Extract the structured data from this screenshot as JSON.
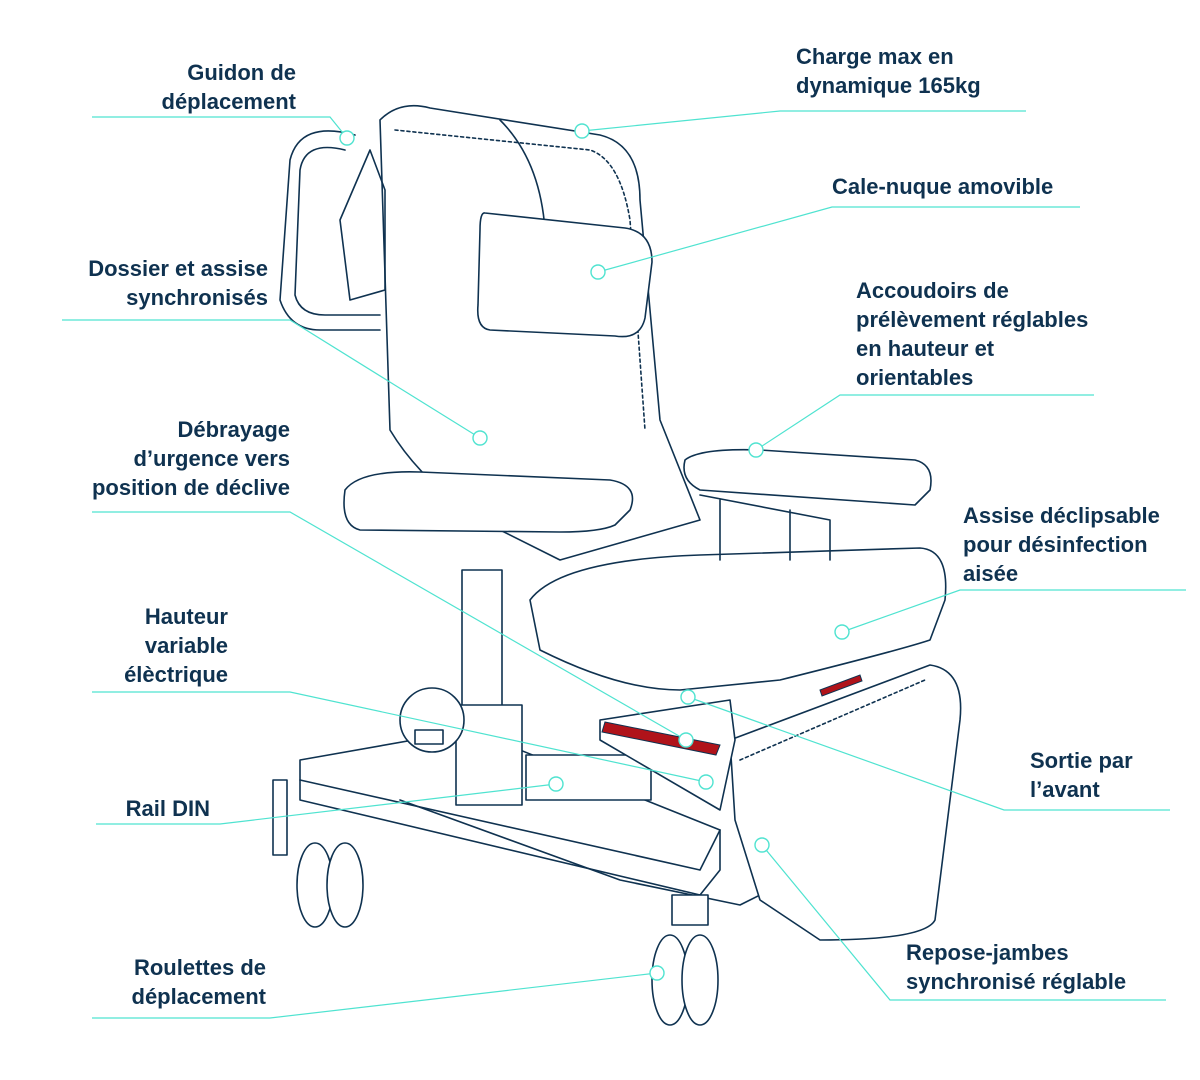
{
  "colors": {
    "text": "#0f3250",
    "leader": "#4fe3d0",
    "line_art": "#0f3250",
    "accent_red": "#b0131a"
  },
  "labels": {
    "guidon": [
      "Guidon de",
      "déplacement"
    ],
    "dossier": [
      "Dossier et assise",
      "synchronisés"
    ],
    "debrayage": [
      "Débrayage",
      "d’urgence vers",
      "position de déclive"
    ],
    "hauteur": [
      "Hauteur",
      "variable",
      "élèctrique"
    ],
    "rail": [
      "Rail DIN"
    ],
    "roulettes": [
      "Roulettes de",
      "déplacement"
    ],
    "charge": [
      "Charge max en",
      "dynamique 165kg"
    ],
    "cale": [
      "Cale-nuque amovible"
    ],
    "accoudoirs": [
      "Accoudoirs de",
      "prélèvement réglables",
      "en hauteur et",
      "orientables"
    ],
    "assise": [
      "Assise déclipsable",
      "pour désinfection",
      "aisée"
    ],
    "sortie": [
      "Sortie par",
      "l’avant"
    ],
    "repose": [
      "Repose-jambes",
      "synchronisé réglable"
    ]
  }
}
